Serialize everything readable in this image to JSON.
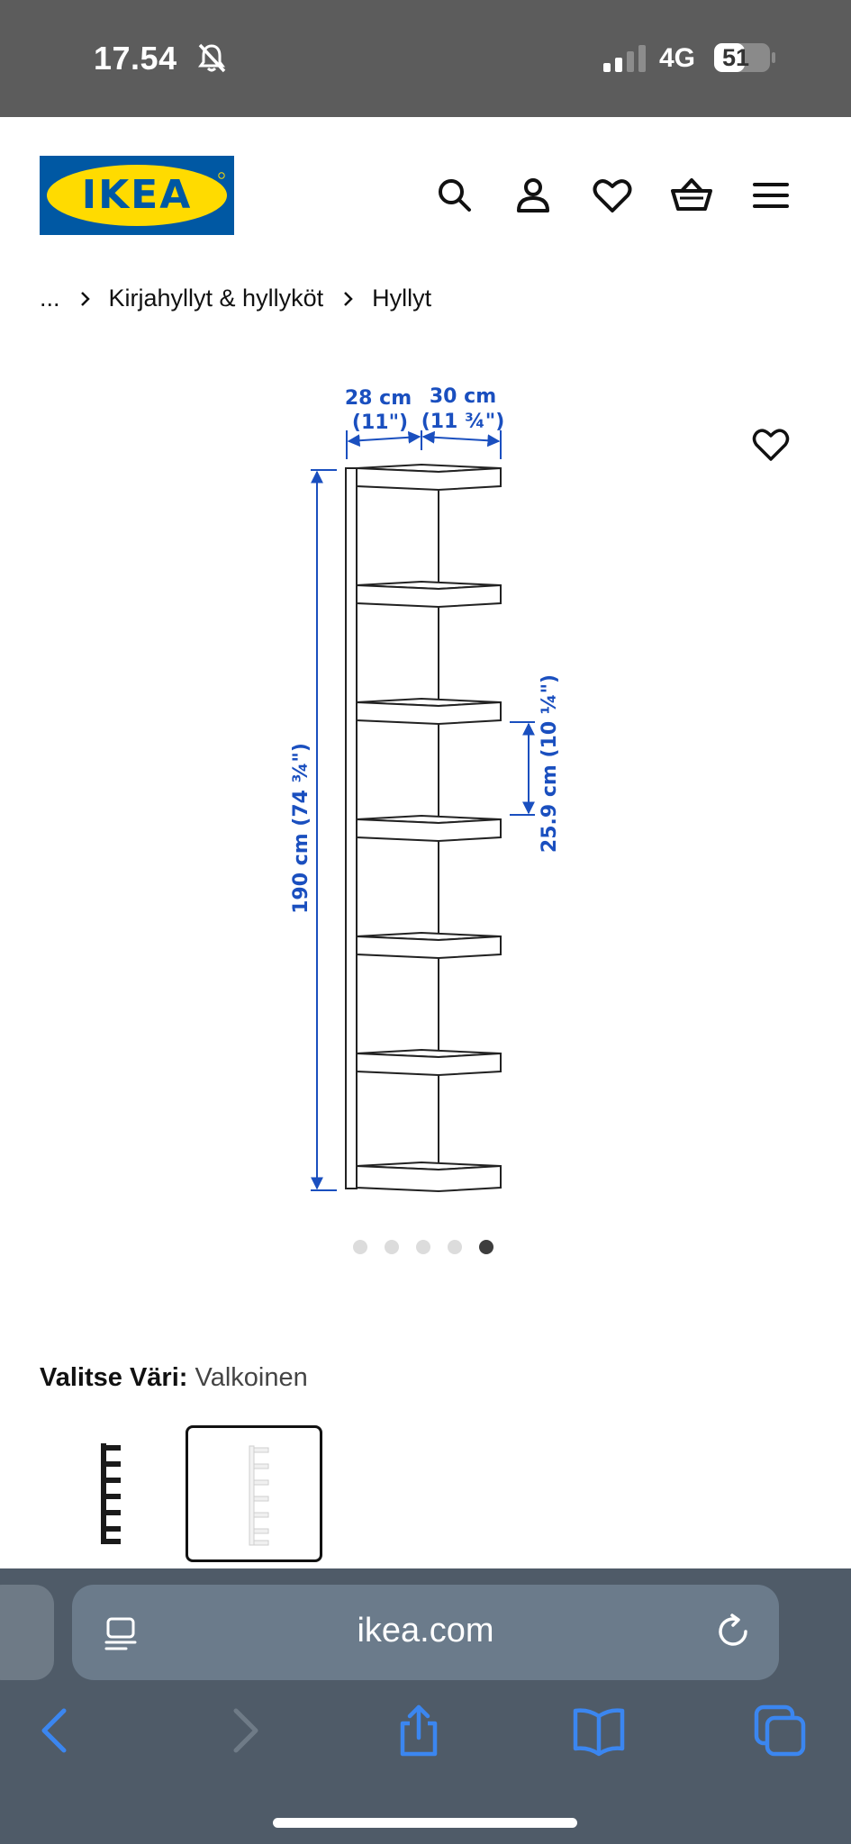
{
  "status_bar": {
    "time": "17.54",
    "network": "4G",
    "battery": "51"
  },
  "header": {
    "logo_text": "IKEA",
    "icons": [
      "search-icon",
      "user-icon",
      "heart-icon",
      "basket-icon",
      "menu-icon"
    ]
  },
  "breadcrumb": {
    "items": [
      "...",
      "Kirjahyllyt & hyllyköt",
      "Hyllyt"
    ]
  },
  "product_image": {
    "dimensions": {
      "depth": "28 cm",
      "depth_in": "(11\")",
      "width": "30 cm",
      "width_in": "(11 ¾\")",
      "height": "190 cm (74 ¾\")",
      "shelf_spacing": "25.9 cm (10 ¼\")"
    },
    "carousel": {
      "total": 5,
      "active_index": 4
    }
  },
  "color_select": {
    "label": "Valitse Väri:",
    "value": "Valkoinen",
    "options": [
      "black",
      "white"
    ],
    "selected": "white"
  },
  "safari": {
    "url": "ikea.com"
  },
  "colors": {
    "status_bar_bg": "#5c5c5c",
    "ikea_blue": "#0058a3",
    "ikea_yellow": "#ffdb00",
    "dimension_blue": "#1a4fbf",
    "safari_bg": "#4f5b68",
    "safari_icon_blue": "#3b86f0"
  }
}
